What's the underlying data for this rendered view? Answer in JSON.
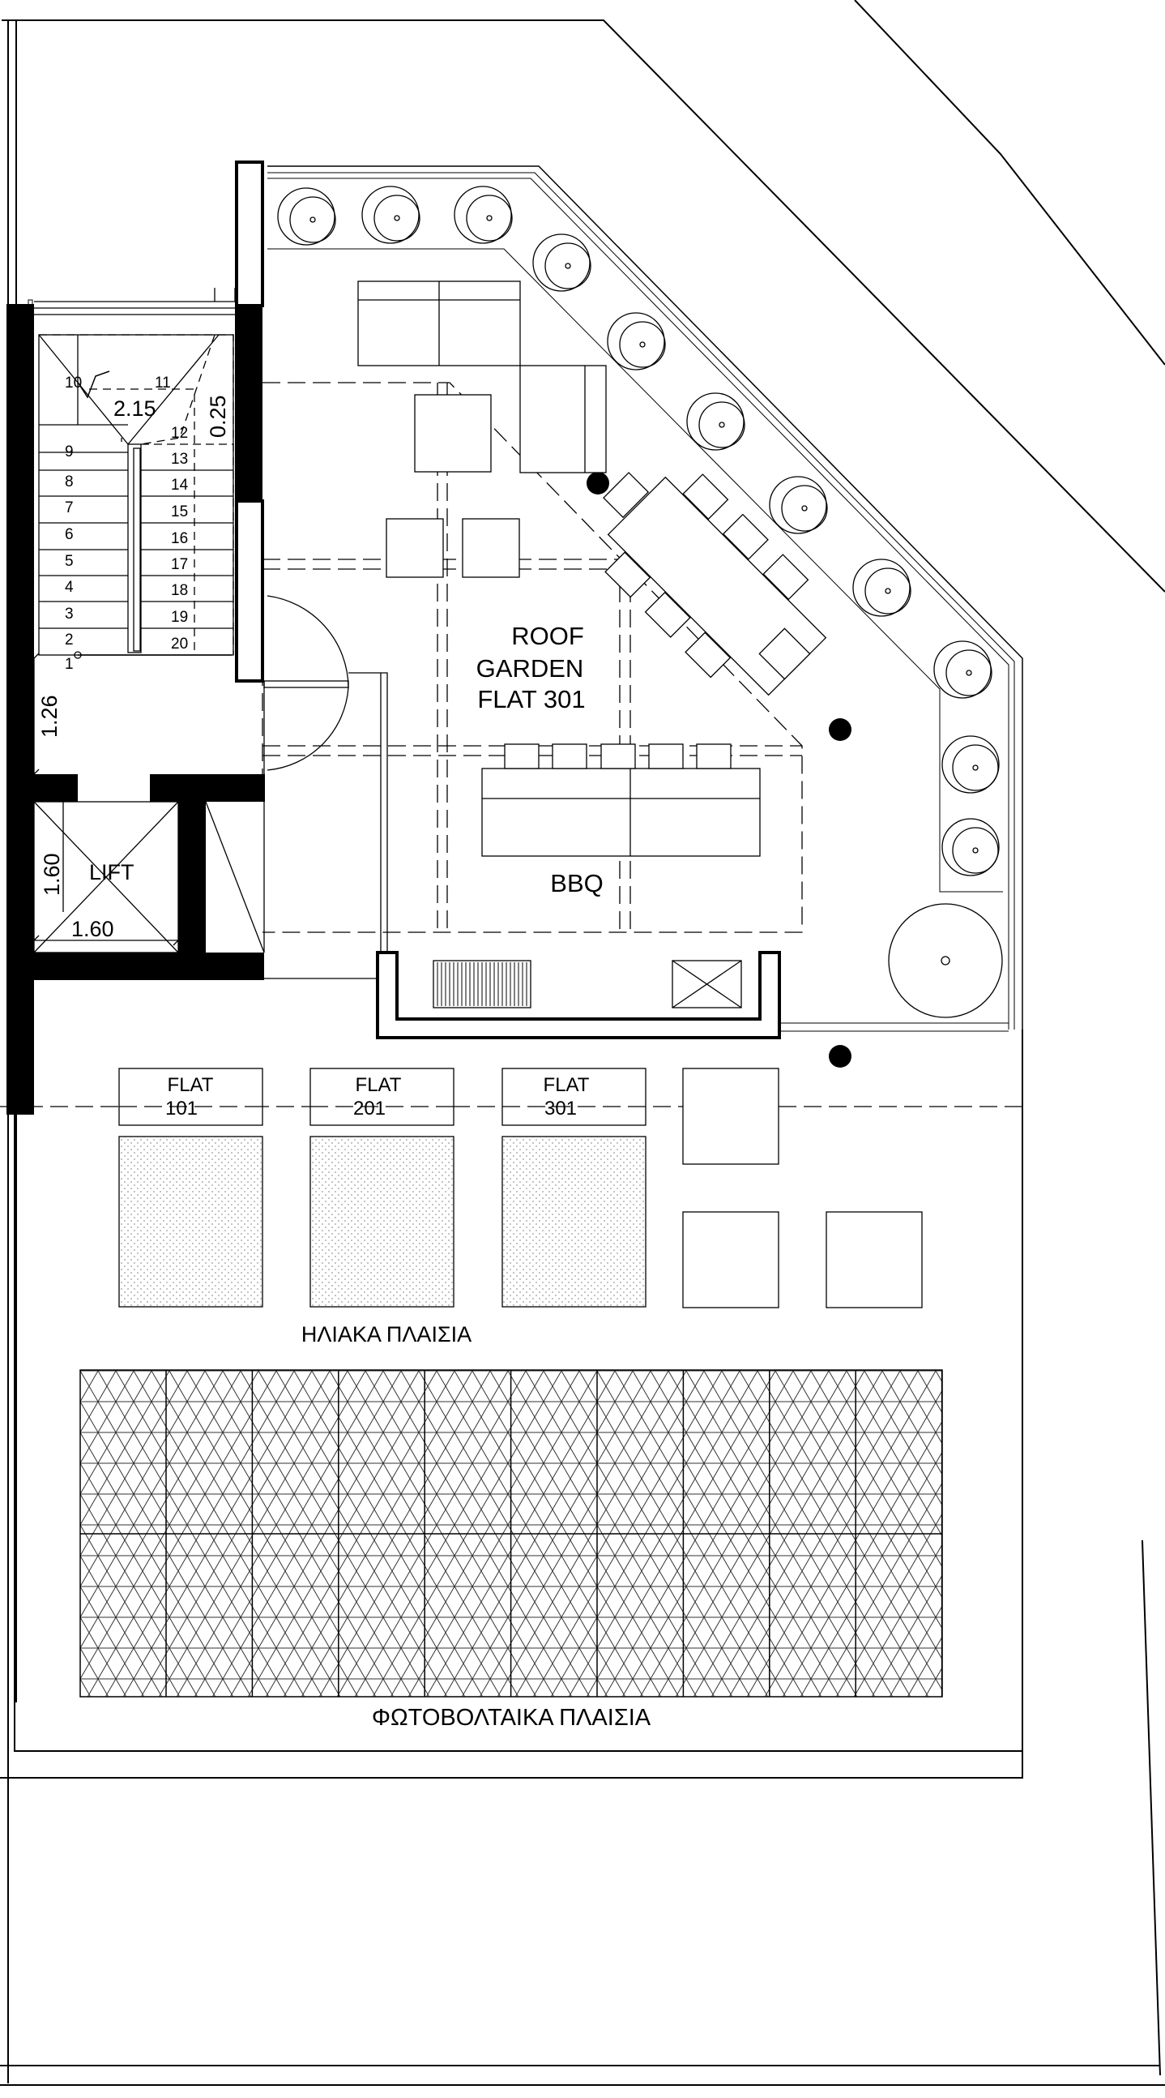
{
  "stairs": {
    "steps": [
      "1",
      "2",
      "3",
      "4",
      "5",
      "6",
      "7",
      "8",
      "9",
      "10",
      "11",
      "12",
      "13",
      "14",
      "15",
      "16",
      "17",
      "18",
      "19",
      "20"
    ],
    "width_dim": "2.15",
    "landing_dim": "0.25"
  },
  "dims": {
    "corridor": "1.26",
    "lift_h": "1.60",
    "lift_w": "1.60"
  },
  "labels": {
    "lift": "LIFT",
    "roof_garden": [
      "ROOF",
      "GARDEN",
      "FLAT 301"
    ],
    "bbq": "BBQ",
    "solar_title": "ΗΛΙΑΚΑ  ΠΛΑΙΣΙΑ",
    "pv_title": "ΦΩΤΟΒΟΛΤΑΙΚΑ ΠΛΑΙΣΙΑ"
  },
  "tanks": [
    {
      "line1": "FLAT",
      "line2": "101"
    },
    {
      "line1": "FLAT",
      "line2": "201"
    },
    {
      "line1": "FLAT",
      "line2": "301"
    }
  ]
}
